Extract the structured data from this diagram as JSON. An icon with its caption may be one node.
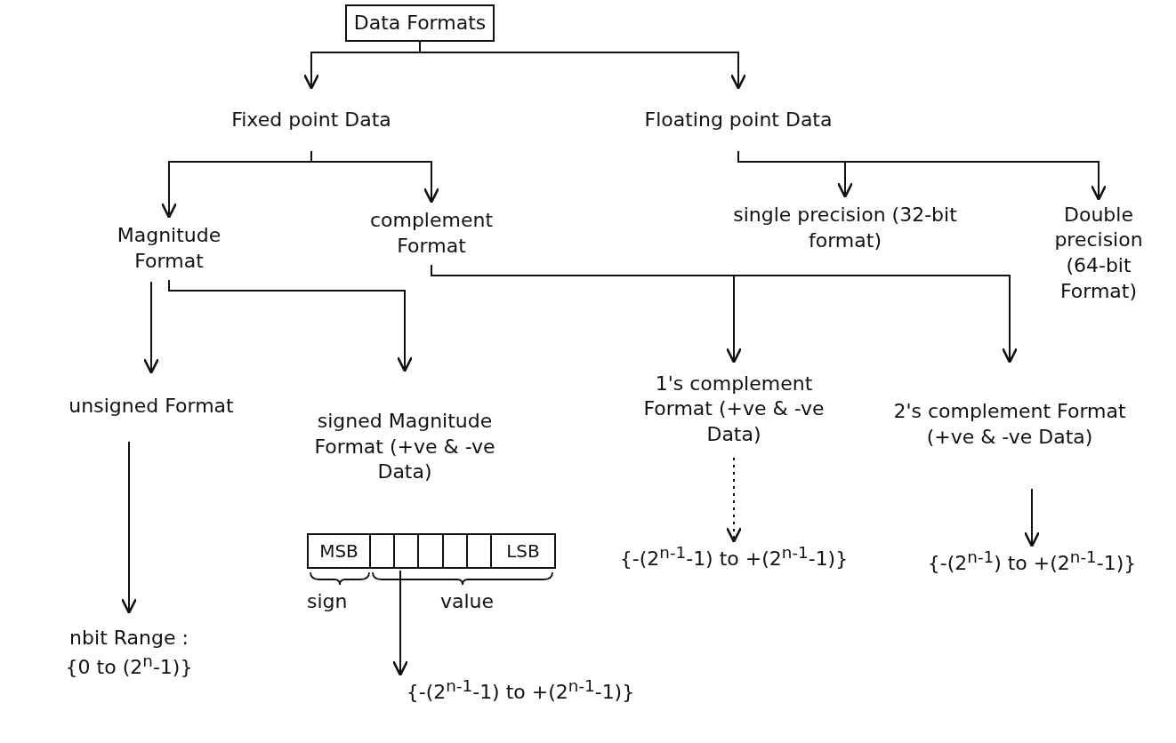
{
  "diagram": {
    "nodes": [
      {
        "text": [
          "Data Formats"
        ]
      },
      {
        "text": [
          "Fixed point Data"
        ]
      },
      {
        "text": [
          "Floating point Data"
        ]
      },
      {
        "text": [
          "Magnitude Format"
        ]
      },
      {
        "text": [
          "complement Format"
        ]
      },
      {
        "text": [
          "single precision (32-bit format)"
        ]
      },
      {
        "text": [
          "Double precision (64-bit Format)"
        ]
      },
      {
        "text": [
          "unsigned Format"
        ]
      },
      {
        "text": [
          "signed Magnitude Format (+ve & -ve Data)"
        ]
      },
      {
        "text": [
          "1's complement Format (+ve & -ve Data)"
        ]
      },
      {
        "text": [
          "2's complement Format (+ve & -ve Data)"
        ]
      },
      {
        "text": [
          "nbit Range :",
          "{0 to (2$^{n}$-1)}"
        ]
      },
      {
        "text": [
          "MSB",
          "LSB"
        ],
        "beside": [
          "sign",
          "value"
        ]
      },
      {
        "text": [
          "{-(2$^{n-1}$-1) to +(2$^{n-1}$-1)}"
        ]
      },
      {
        "text": [
          "{-(2$^{n-1}$-1) to +(2$^{n-1}$-1)}"
        ]
      },
      {
        "text": [
          "{-(2$^{n-1}$) to +(2$^{n-1}$-1)}"
        ]
      }
    ],
    "edges": [
      {
        "from": 0,
        "to": 1,
        "arrow": "to"
      },
      {
        "from": 0,
        "to": 2,
        "arrow": "to"
      },
      {
        "from": 1,
        "to": 3,
        "arrow": "to"
      },
      {
        "from": 1,
        "to": 4,
        "arrow": "to"
      },
      {
        "from": 2,
        "to": 5,
        "arrow": "to"
      },
      {
        "from": 2,
        "to": 6,
        "arrow": "to"
      },
      {
        "from": 3,
        "to": 7,
        "arrow": "to"
      },
      {
        "from": 3,
        "to": 8,
        "arrow": "to"
      },
      {
        "from": 4,
        "to": 9,
        "arrow": "to"
      },
      {
        "from": 4,
        "to": 10,
        "arrow": "to"
      },
      {
        "from": 7,
        "to": 11,
        "arrow": "to"
      },
      {
        "from": 12,
        "to": 13,
        "arrow": "to"
      },
      {
        "from": 9,
        "to": 14,
        "arrow": "to",
        "style": "dashed"
      },
      {
        "from": 10,
        "to": 15,
        "arrow": "to"
      }
    ]
  }
}
